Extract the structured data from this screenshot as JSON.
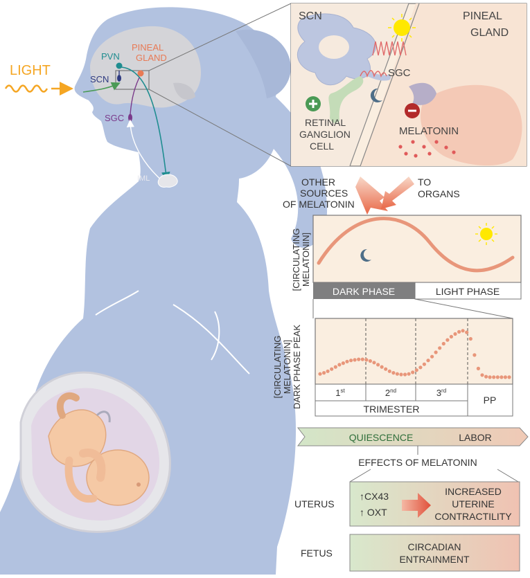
{
  "brain": {
    "light": "LIGHT",
    "pvn": "PVN",
    "pineal": [
      "PINEAL",
      "GLAND"
    ],
    "scn": "SCN",
    "sgc": "SGC",
    "iml": "IML"
  },
  "zoom": {
    "scn": "SCN",
    "pineal": [
      "PINEAL",
      "GLAND"
    ],
    "sgc": "SGC",
    "retinal": [
      "RETINAL",
      "GANGLION",
      "CELL"
    ],
    "melatonin": "MELATONIN"
  },
  "sources": {
    "other": [
      "OTHER",
      "SOURCES",
      "OF MELATONIN"
    ],
    "organs": [
      "TO",
      "ORGANS"
    ]
  },
  "circadian": {
    "ylabel": [
      "[CIRCULATING",
      "MELATONIN]"
    ],
    "dark_phase": "DARK PHASE",
    "light_phase": "LIGHT PHASE"
  },
  "pregnancy": {
    "ylabel": [
      "[CIRCULATING",
      "MELATONIN]",
      "DARK PHASE PEAK"
    ],
    "trimesters": [
      {
        "num": "1",
        "sup": "st"
      },
      {
        "num": "2",
        "sup": "nd"
      },
      {
        "num": "3",
        "sup": "rd"
      }
    ],
    "trimester_label": "TRIMESTER",
    "pp": "PP"
  },
  "effects": {
    "quiescence": "QUIESCENCE",
    "labor": "LABOR",
    "title": "EFFECTS OF MELATONIN",
    "uterus": "UTERUS",
    "markers": [
      "↑CX43",
      "↑ OXT"
    ],
    "uterus_effect": [
      "INCREASED",
      "UTERINE",
      "CONTRACTILITY"
    ],
    "fetus": "FETUS",
    "fetus_effect": [
      "CIRCADIAN",
      "ENTRAINMENT"
    ]
  },
  "chart_data": {
    "type": "scatter",
    "x_categories": [
      "1st",
      "2nd",
      "3rd",
      "PP"
    ],
    "x_group_label": "TRIMESTER",
    "ylabel": "[CIRCULATING MELATONIN] DARK PHASE PEAK",
    "y": [
      0.1,
      0.12,
      0.15,
      0.19,
      0.23,
      0.27,
      0.3,
      0.33,
      0.35,
      0.36,
      0.37,
      0.37,
      0.36,
      0.34,
      0.31,
      0.27,
      0.23,
      0.19,
      0.15,
      0.12,
      0.1,
      0.09,
      0.09,
      0.1,
      0.13,
      0.17,
      0.22,
      0.28,
      0.35,
      0.42,
      0.5,
      0.58,
      0.66,
      0.73,
      0.79,
      0.84,
      0.88,
      0.9,
      0.87,
      0.75,
      0.45,
      0.2,
      0.08,
      0.05,
      0.04,
      0.04,
      0.04,
      0.04,
      0.04,
      0.04
    ],
    "colors": {
      "points": "#e8967a",
      "curve": "#e8967a"
    }
  }
}
